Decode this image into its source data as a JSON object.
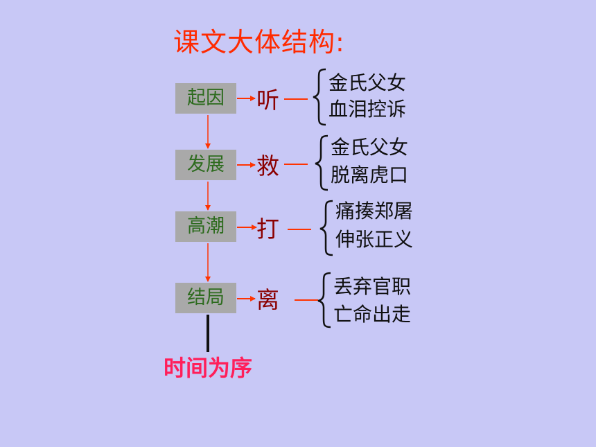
{
  "title": "课文大体结构:",
  "stages": [
    {
      "label": "起因",
      "action": "听",
      "details": [
        "金氏父女",
        "血泪控诉"
      ]
    },
    {
      "label": "发展",
      "action": "救",
      "details": [
        "金氏父女",
        "脱离虎口"
      ]
    },
    {
      "label": "高潮",
      "action": "打",
      "details": [
        "痛揍郑屠",
        "伸张正义"
      ]
    },
    {
      "label": "结局",
      "action": "离",
      "details": [
        "丢弃官职",
        "亡命出走"
      ]
    }
  ],
  "footer": "时间为序",
  "colors": {
    "background": "#c8c8f6",
    "title": "#ff2a00",
    "stage_box": "#a9a9a9",
    "stage_text": "#2d6b1e",
    "action_text": "#8b0000",
    "arrow": "#ff3300",
    "footer": "#ff1f5a"
  }
}
